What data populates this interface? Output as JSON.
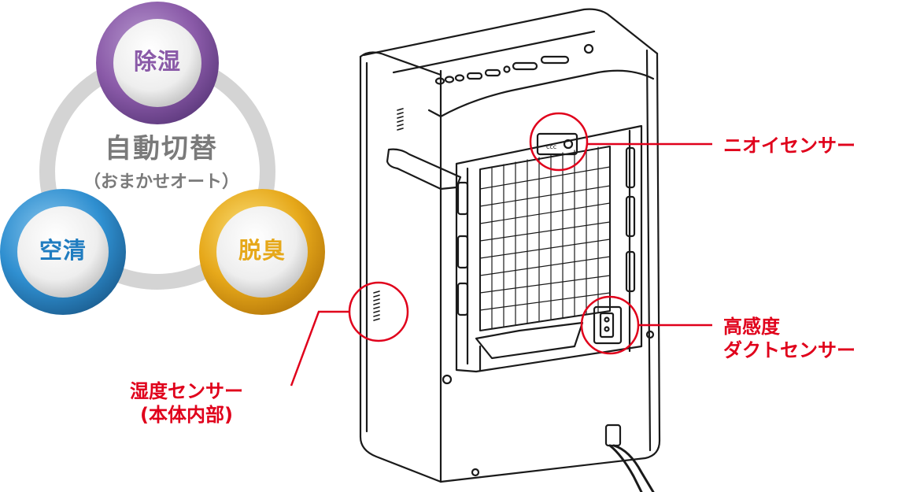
{
  "modes": {
    "center_title": "自動切替",
    "center_subtitle": "（おまかせオート）",
    "dehumidify": "除湿",
    "air_purify": "空清",
    "deodorize": "脱臭"
  },
  "callouts": {
    "odor_sensor": "ニオイセンサー",
    "humidity_sensor_line1": "湿度センサー",
    "humidity_sensor_line2": "(本体内部)",
    "duct_sensor_line1": "高感度",
    "duct_sensor_line2": "ダクトセンサー"
  },
  "colors": {
    "callout_red": "#e0001b",
    "dehumidify_purple": "#8a5aa8",
    "air_purify_blue": "#2f8fd0",
    "deodorize_gold": "#e6a81a",
    "ring_gray": "#d4d4d4"
  }
}
